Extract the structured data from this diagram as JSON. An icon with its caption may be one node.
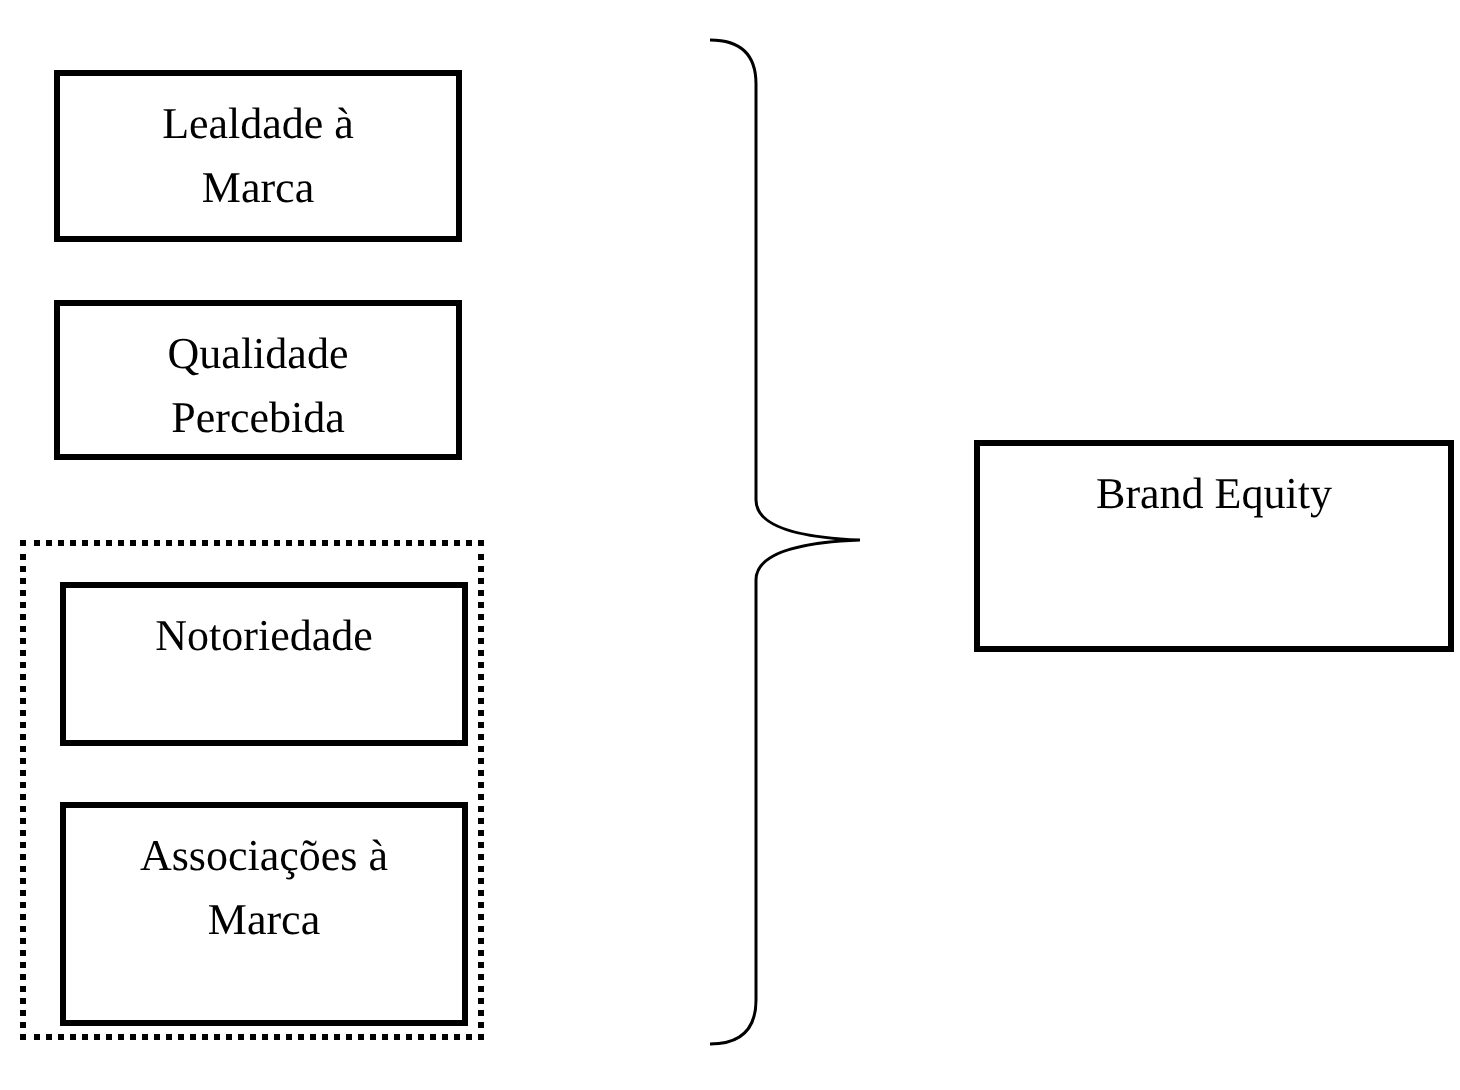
{
  "diagram": {
    "nodes": [
      {
        "text": [
          "Lealdade à Marca"
        ]
      },
      {
        "text": [
          "Qualidade Percebida"
        ]
      },
      {
        "text": [],
        "shape": "box"
      },
      {
        "text": [
          "Notoriedade"
        ],
        "in": 2
      },
      {
        "text": [
          "Associações à Marca"
        ],
        "in": 2
      },
      {
        "text": [
          "Brand Equity"
        ]
      }
    ]
  }
}
